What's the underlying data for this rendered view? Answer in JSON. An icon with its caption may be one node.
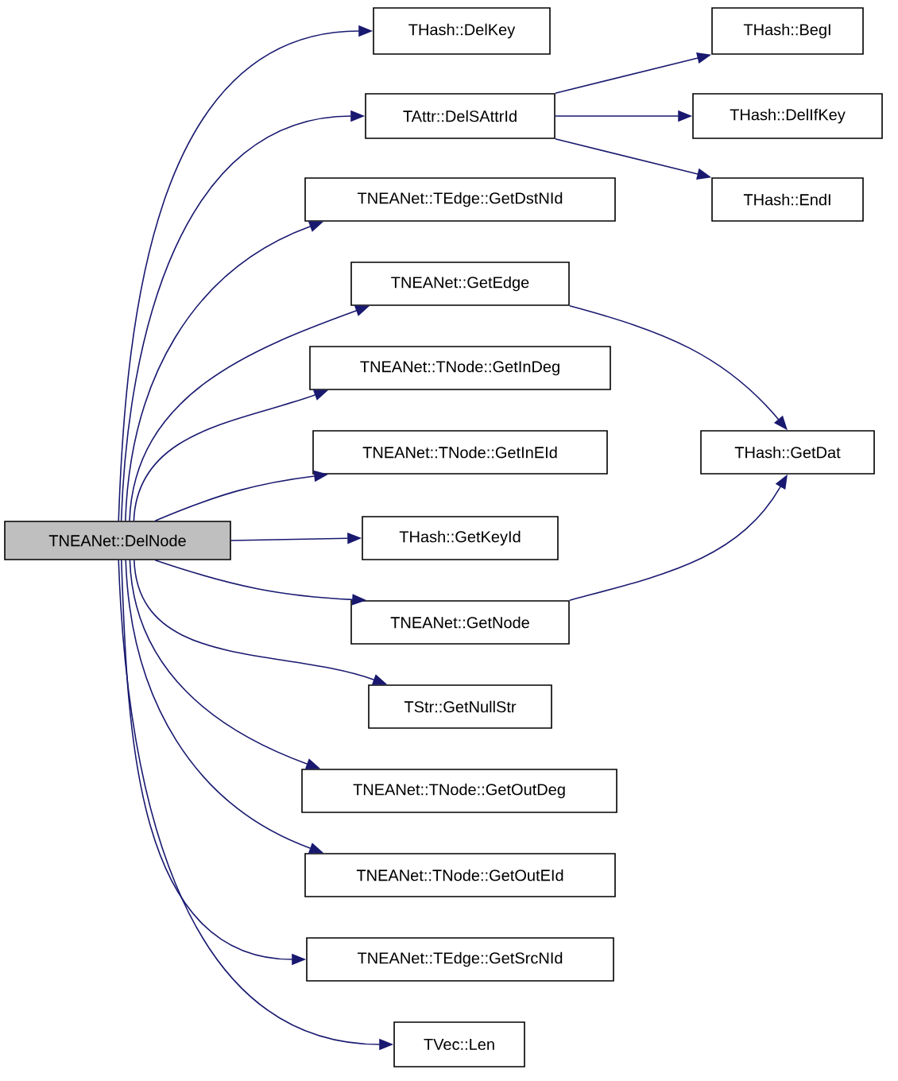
{
  "diagram": {
    "nodes": [
      {
        "text": [
          "TNEANet::DelNode"
        ]
      },
      {
        "text": [
          "THash::DelKey"
        ]
      },
      {
        "text": [
          "TAttr::DelSAttrId"
        ]
      },
      {
        "text": [
          "TNEANet::TEdge::GetDstNId"
        ]
      },
      {
        "text": [
          "TNEANet::GetEdge"
        ]
      },
      {
        "text": [
          "TNEANet::TNode::GetInDeg"
        ]
      },
      {
        "text": [
          "TNEANet::TNode::GetInEId"
        ]
      },
      {
        "text": [
          "THash::GetKeyId"
        ]
      },
      {
        "text": [
          "TNEANet::GetNode"
        ]
      },
      {
        "text": [
          "TStr::GetNullStr"
        ]
      },
      {
        "text": [
          "TNEANet::TNode::GetOutDeg"
        ]
      },
      {
        "text": [
          "TNEANet::TNode::GetOutEId"
        ]
      },
      {
        "text": [
          "TNEANet::TEdge::GetSrcNId"
        ]
      },
      {
        "text": [
          "TVec::Len"
        ]
      },
      {
        "text": [
          "THash::BegI"
        ]
      },
      {
        "text": [
          "THash::DelIfKey"
        ]
      },
      {
        "text": [
          "THash::EndI"
        ]
      },
      {
        "text": [
          "THash::GetDat"
        ]
      }
    ],
    "edges": [
      {
        "from": 0,
        "to": 1,
        "arrow": "to"
      },
      {
        "from": 0,
        "to": 2,
        "arrow": "to"
      },
      {
        "from": 0,
        "to": 3,
        "arrow": "to"
      },
      {
        "from": 0,
        "to": 4,
        "arrow": "to"
      },
      {
        "from": 0,
        "to": 5,
        "arrow": "to"
      },
      {
        "from": 0,
        "to": 6,
        "arrow": "to"
      },
      {
        "from": 0,
        "to": 7,
        "arrow": "to"
      },
      {
        "from": 0,
        "to": 8,
        "arrow": "to"
      },
      {
        "from": 0,
        "to": 9,
        "arrow": "to"
      },
      {
        "from": 0,
        "to": 10,
        "arrow": "to"
      },
      {
        "from": 0,
        "to": 11,
        "arrow": "to"
      },
      {
        "from": 0,
        "to": 12,
        "arrow": "to"
      },
      {
        "from": 0,
        "to": 13,
        "arrow": "to"
      },
      {
        "from": 2,
        "to": 14,
        "arrow": "to"
      },
      {
        "from": 2,
        "to": 15,
        "arrow": "to"
      },
      {
        "from": 2,
        "to": 16,
        "arrow": "to"
      },
      {
        "from": 4,
        "to": 17,
        "arrow": "to"
      },
      {
        "from": 8,
        "to": 17,
        "arrow": "to"
      }
    ]
  }
}
